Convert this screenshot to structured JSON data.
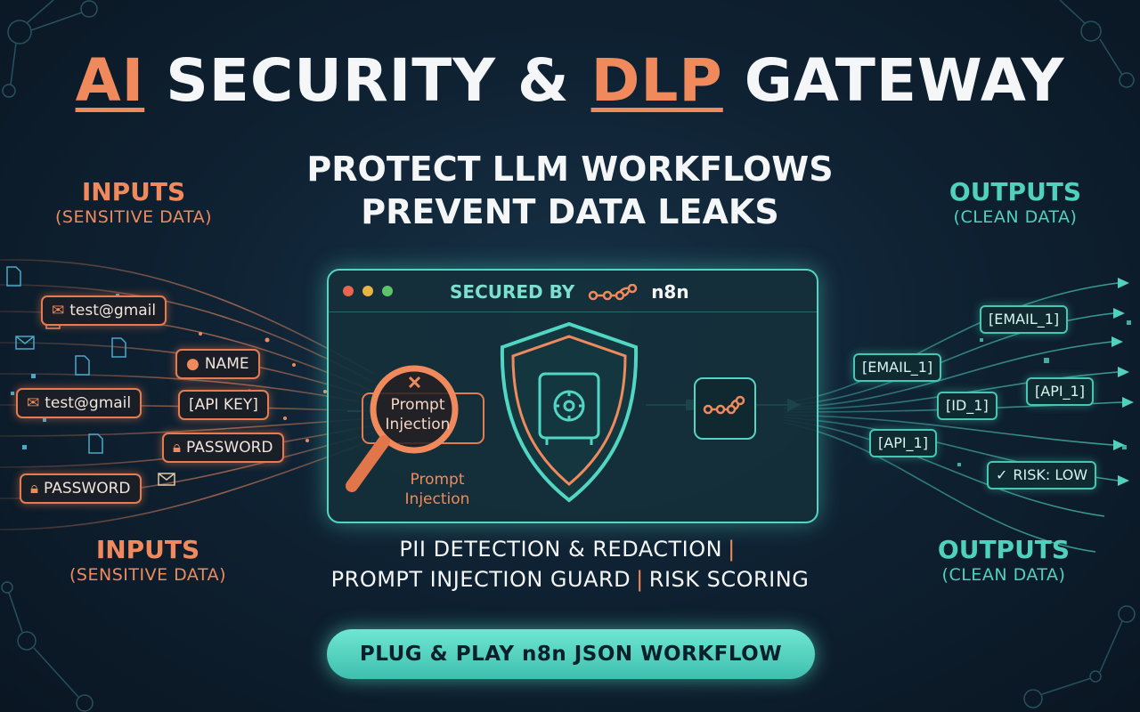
{
  "title": {
    "part1": "AI",
    "part2": " SECURITY & ",
    "part3": "DLP",
    "part4": " GATEWAY"
  },
  "subtitle": {
    "line1": "PROTECT LLM WORKFLOWS",
    "line2": "PREVENT DATA LEAKS"
  },
  "inputs_top": {
    "heading": "INPUTS",
    "sub": "(SENSITIVE DATA)"
  },
  "inputs_bottom": {
    "heading": "INPUTS",
    "sub": "(SENSITIVE DATA)"
  },
  "outputs_top": {
    "heading": "OUTPUTS",
    "sub": "(CLEAN DATA)"
  },
  "outputs_bottom": {
    "heading": "OUTPUTS",
    "sub": "(CLEAN DATA)"
  },
  "input_tags": {
    "email1": "test@gmail",
    "name": "NAME",
    "email2": "test@gmail",
    "api_key": "[API KEY]",
    "password1": "PASSWORD",
    "password2": "PASSWORD"
  },
  "output_tags": {
    "email_a": "[EMAIL_1]",
    "email_b": "[EMAIL_1]",
    "id": "[ID_1]",
    "api_a": "[API_1]",
    "api_b": "[API_1]",
    "risk": "RISK: LOW"
  },
  "panel": {
    "secured_label": "SECURED BY",
    "brand": "n8n",
    "injection_lens": "Prompt Injection",
    "injection_label": "Prompt Injection"
  },
  "features": {
    "item1": "PII DETECTION & REDACTION",
    "item2": "PROMPT INJECTION GUARD",
    "item3": "RISK SCORING",
    "separator": "|"
  },
  "cta": {
    "label": "PLUG & PLAY n8n JSON WORKFLOW"
  },
  "colors": {
    "accent_orange": "#f08a5d",
    "accent_teal": "#4fd1bd",
    "background": "#0f2233",
    "text": "#f4f6f8"
  },
  "icons": {
    "mail": "envelope-icon",
    "person": "user-icon",
    "lock": "lock-icon",
    "check": "check-icon",
    "shield": "shield-icon",
    "vault": "vault-icon",
    "magnifier": "magnifier-icon",
    "workflow": "n8n-logo-icon"
  }
}
